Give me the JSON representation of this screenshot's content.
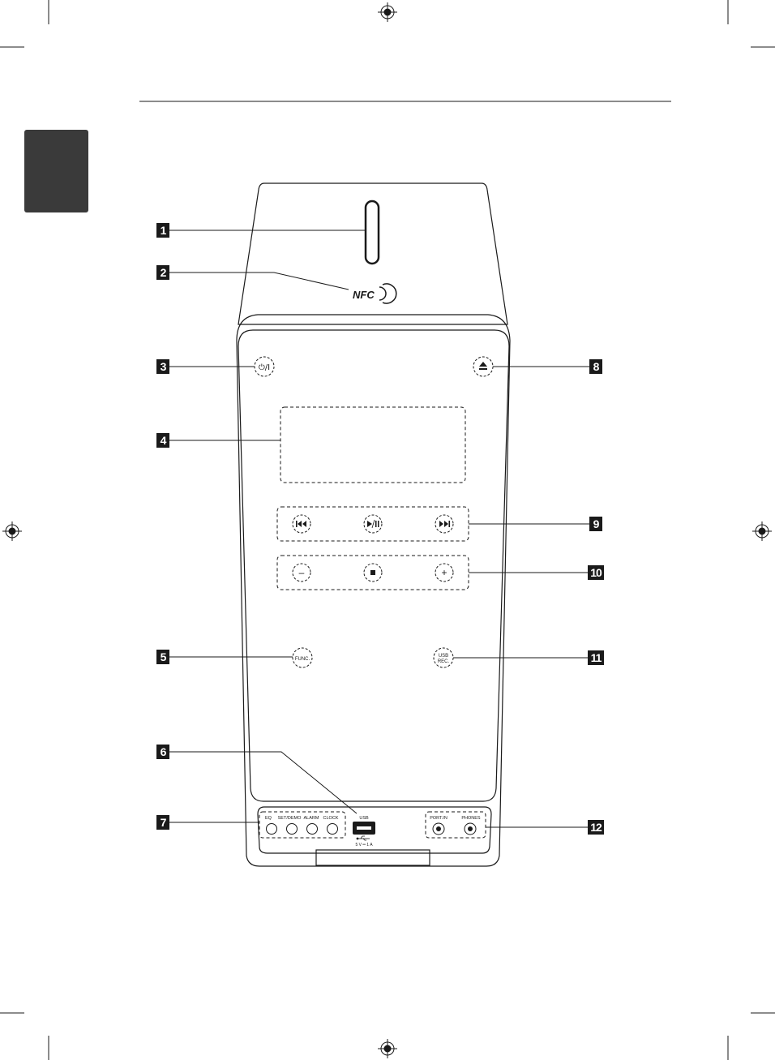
{
  "callouts": [
    "1",
    "2",
    "3",
    "4",
    "5",
    "6",
    "7",
    "8",
    "9",
    "10",
    "11",
    "12"
  ],
  "device": {
    "power_label": "⏻/I",
    "nfc_label": "NFC",
    "func_label": "FUNC.",
    "usb_rec_label_1": "USB",
    "usb_rec_label_2": "REC.",
    "usb_port_label": "USB",
    "usb_rating": "5 V ═ 1 A",
    "eq_label": "EQ",
    "set_demo_label": "SET/DEMO",
    "alarm_label": "ALARM",
    "clock_label": "CLOCK",
    "port_in_label": "PORT.IN",
    "phones_label": "PHONES",
    "minus_label": "–",
    "plus_label": "+"
  },
  "colors": {
    "line": "#1a1a1a",
    "tab": "#3a3a3a",
    "callout_bg": "#1a1a1a"
  }
}
